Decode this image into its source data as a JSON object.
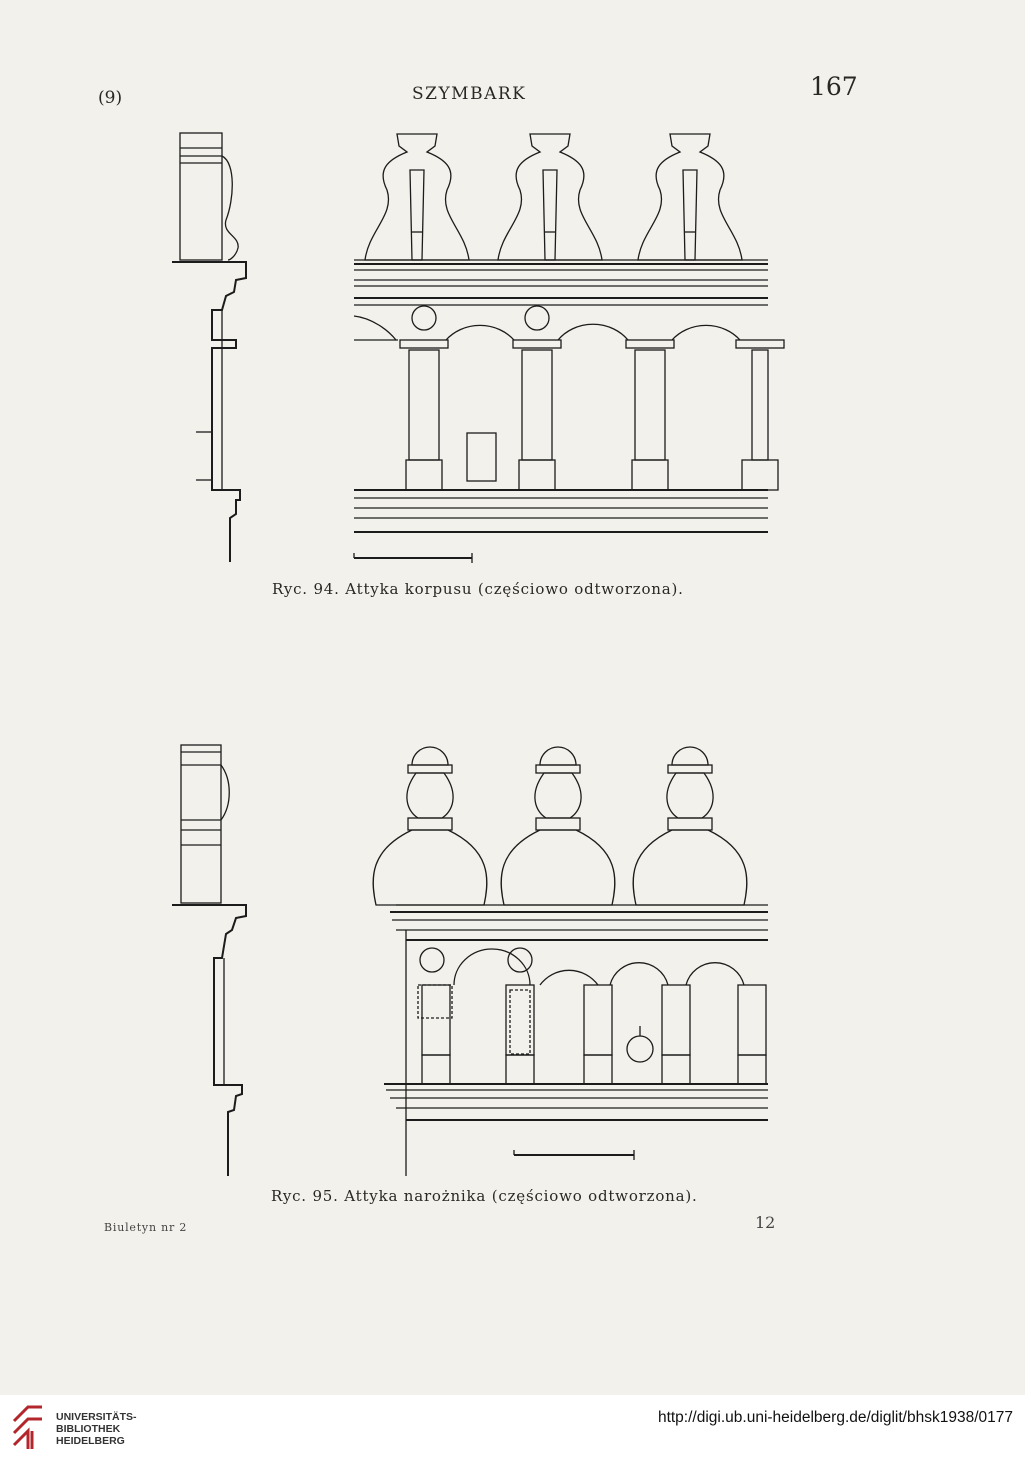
{
  "header": {
    "section_number": "(9)",
    "title": "SZYMBARK",
    "page_number": "167"
  },
  "figures": [
    {
      "caption": "Ryc. 94. Attyka korpusu (częściowo odtworzona)."
    },
    {
      "caption": "Ryc. 95. Attyka narożnika (częściowo odtworzona)."
    }
  ],
  "footer": {
    "journal": "Biuletyn nr 2",
    "signature": "12"
  },
  "viewer_footer": {
    "logo_lines": [
      "UNIVERSITÄTS-",
      "BIBLIOTHEK",
      "HEIDELBERG"
    ],
    "url": "http://digi.ub.uni-heidelberg.de/diglit/bhsk1938/0177",
    "brand_color": "#b3262b"
  }
}
